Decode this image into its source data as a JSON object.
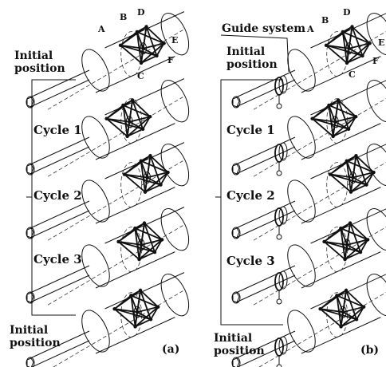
{
  "panels": [
    {
      "id": "a",
      "caption": "(a)",
      "stage_labels": [
        "Initial position",
        "Cycle 1",
        "Cycle 2",
        "Cycle 3",
        "Initial position"
      ],
      "point_labels": [
        "A",
        "B",
        "C",
        "D",
        "E",
        "F"
      ]
    },
    {
      "id": "b",
      "caption": "(b)",
      "callout": "Guide system",
      "stage_labels": [
        "Initial position",
        "Cycle 1",
        "Cycle 2",
        "Cycle 3",
        "Initial position"
      ],
      "point_labels": [
        "A",
        "B",
        "C",
        "D",
        "E",
        "F"
      ]
    }
  ]
}
